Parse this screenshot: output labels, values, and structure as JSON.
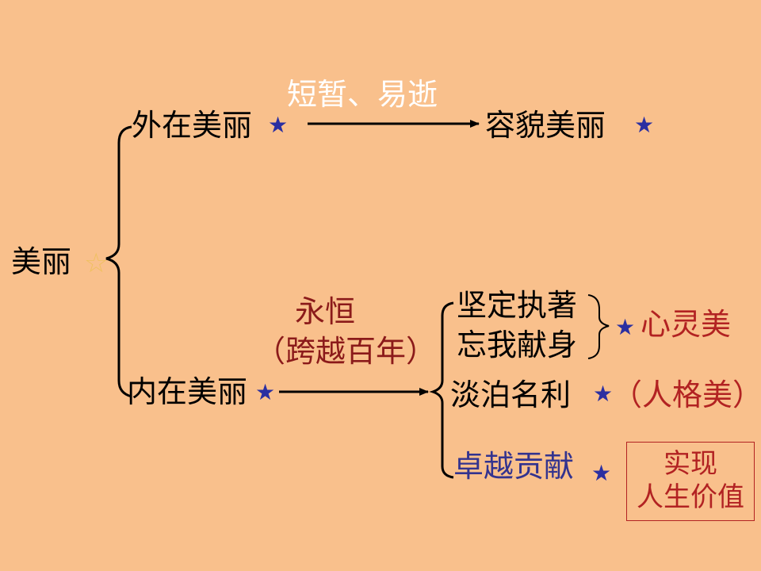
{
  "colors": {
    "background": "#f9c08c",
    "text": "#000000",
    "highlight": "#ffffff",
    "accent_red": "#b22222",
    "accent_darkred": "#8b1a1a",
    "accent_blue": "#33338f",
    "star_blue": "#2b2fa1",
    "star_gold": "#f0c060"
  },
  "root": {
    "label": "美丽",
    "star": "☆"
  },
  "outer": {
    "label": "外在美丽",
    "star": "★",
    "arrow_label": "短暂、易逝",
    "result": "容貌美丽",
    "result_star": "★"
  },
  "inner": {
    "label": "内在美丽",
    "star": "★",
    "arrow_label": "永恒",
    "arrow_sublabel": "（跨越百年）",
    "items": [
      {
        "label": "坚定执著"
      },
      {
        "label": "忘我献身"
      },
      {
        "label": "淡泊名利",
        "star": "★",
        "tag": "（人格美）"
      },
      {
        "label": "卓越贡献",
        "star": "★"
      }
    ],
    "group_tag": {
      "star": "★",
      "label": "心灵美"
    },
    "value_box": {
      "line1": "实现",
      "line2": "人生价值"
    }
  }
}
